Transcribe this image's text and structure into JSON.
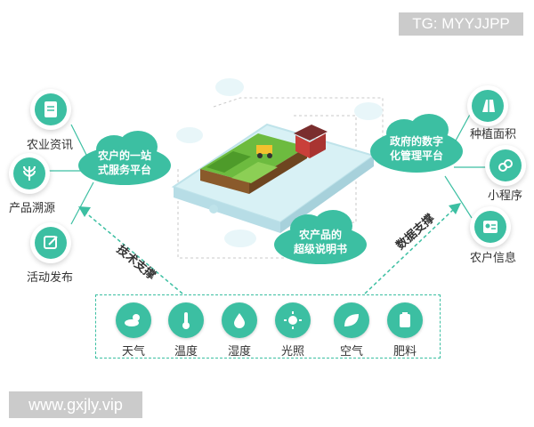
{
  "watermarks": {
    "top": "TG: MYYJJPP",
    "bottom": "www.gxjly.vip"
  },
  "left_items": [
    {
      "label": "农业资讯",
      "icon": "document-icon"
    },
    {
      "label": "产品溯源",
      "icon": "wheat-icon"
    },
    {
      "label": "活动发布",
      "icon": "edit-icon"
    }
  ],
  "right_items": [
    {
      "label": "种植面积",
      "icon": "field-icon"
    },
    {
      "label": "小程序",
      "icon": "link-icon"
    },
    {
      "label": "农户信息",
      "icon": "profile-icon"
    }
  ],
  "clouds": {
    "left": {
      "line1": "农户的一站",
      "line2": "式服务平台"
    },
    "right": {
      "line1": "政府的数字",
      "line2": "化管理平台"
    },
    "center": {
      "line1": "农产品的",
      "line2": "超级说明书"
    }
  },
  "arrows": {
    "left": "技术支撑",
    "right": "数据支撑"
  },
  "env_items": [
    {
      "label": "天气",
      "icon": "weather-icon"
    },
    {
      "label": "温度",
      "icon": "thermometer-icon"
    },
    {
      "label": "湿度",
      "icon": "humidity-icon"
    },
    {
      "label": "光照",
      "icon": "sun-icon"
    },
    {
      "label": "空气",
      "icon": "leaf-icon"
    },
    {
      "label": "肥料",
      "icon": "fertilizer-icon"
    }
  ],
  "colors": {
    "accent": "#3cbfa2",
    "accent_dark": "#2aa88b",
    "line": "#9adfcc"
  }
}
